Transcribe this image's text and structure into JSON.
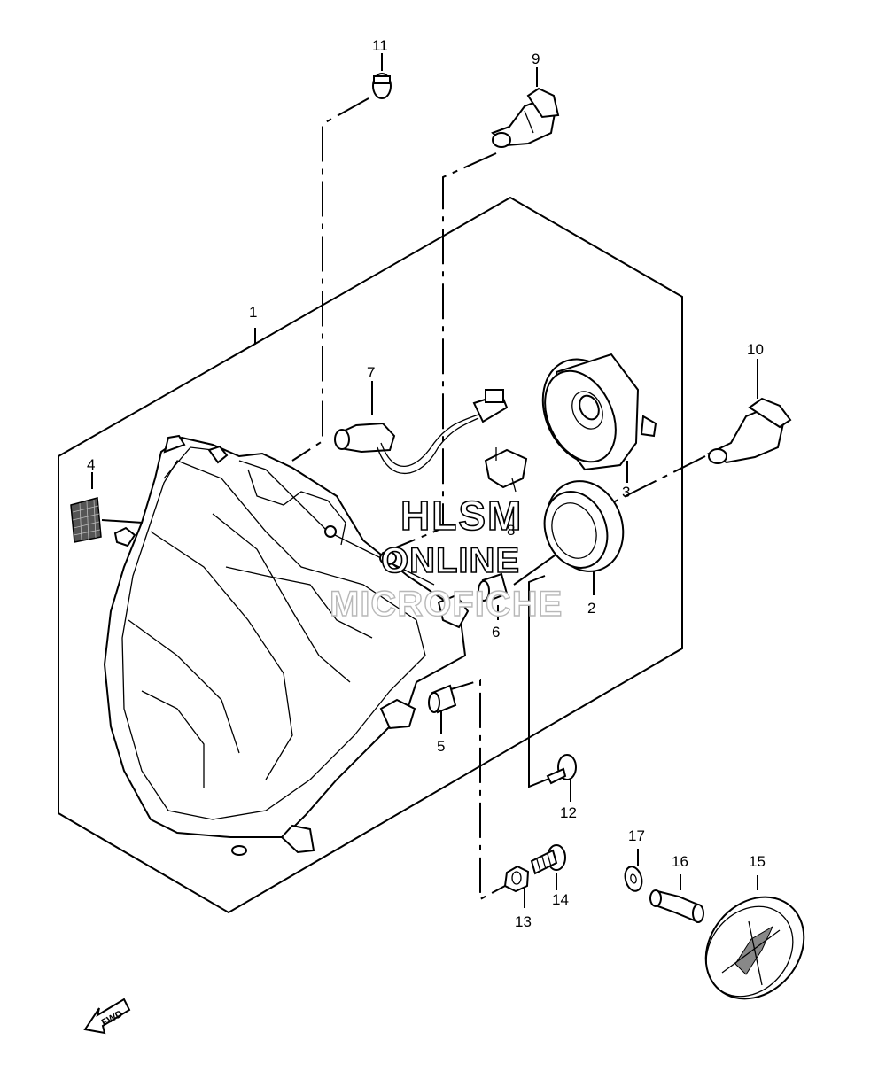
{
  "diagram": {
    "callouts": [
      {
        "id": "1",
        "label": "1"
      },
      {
        "id": "2",
        "label": "2"
      },
      {
        "id": "3",
        "label": "3"
      },
      {
        "id": "4",
        "label": "4"
      },
      {
        "id": "5",
        "label": "5"
      },
      {
        "id": "6",
        "label": "6"
      },
      {
        "id": "7",
        "label": "7"
      },
      {
        "id": "8",
        "label": "8"
      },
      {
        "id": "9",
        "label": "9"
      },
      {
        "id": "10",
        "label": "10"
      },
      {
        "id": "11",
        "label": "11"
      },
      {
        "id": "12",
        "label": "12"
      },
      {
        "id": "13",
        "label": "13"
      },
      {
        "id": "14",
        "label": "14"
      },
      {
        "id": "15",
        "label": "15"
      },
      {
        "id": "16",
        "label": "16"
      },
      {
        "id": "17",
        "label": "17"
      }
    ],
    "watermark": {
      "line1": "HLSM",
      "line2": "ONLINE",
      "line3": "MICROFICHE"
    },
    "fwd_label": "FWD"
  }
}
